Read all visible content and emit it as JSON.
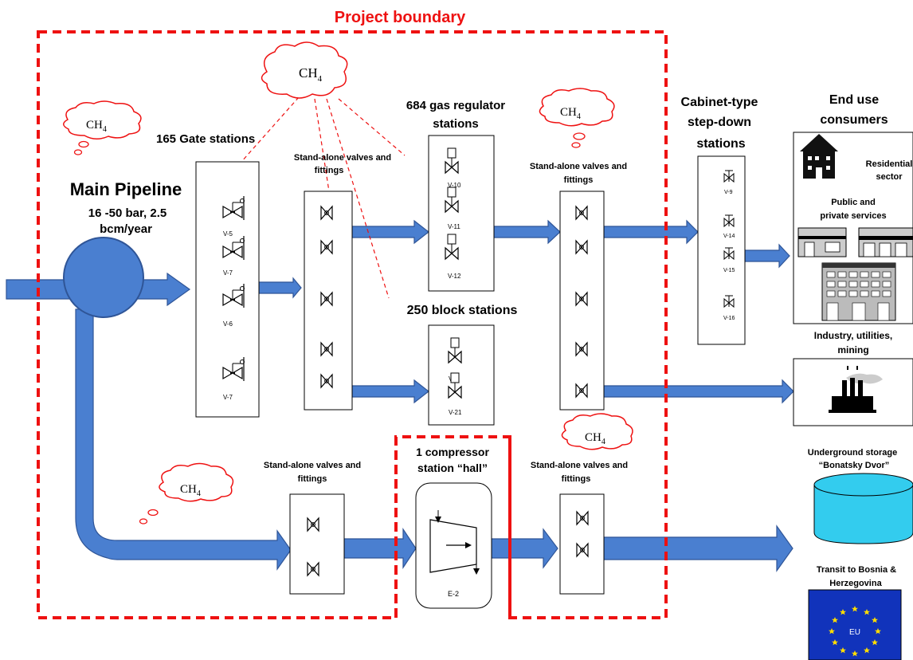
{
  "project_boundary": "Project boundary",
  "main_pipeline": {
    "title": "Main Pipeline",
    "spec_line1": "16 -50 bar, 2.5",
    "spec_line2": "bcm/year"
  },
  "gate_stations": {
    "label": "165 Gate stations",
    "valves": [
      "V-5",
      "V-7",
      "V-6",
      "V-7"
    ]
  },
  "standalone_1": {
    "line1": "Stand-alone valves and",
    "line2": "fittings"
  },
  "regulator_stations": {
    "line1": "684 gas regulator",
    "line2": "stations",
    "valves": [
      "V-10",
      "V-11",
      "V-12"
    ]
  },
  "block_stations": {
    "label": "250 block stations",
    "valves": [
      "V-2",
      "V-21"
    ]
  },
  "standalone_2": {
    "line1": "Stand-alone valves and",
    "line2": "fittings"
  },
  "cabinet_stations": {
    "line1": "Cabinet-type",
    "line2": "step-down",
    "line3": "stations",
    "valves": [
      "V-9",
      "V-14",
      "V-15",
      "V-16"
    ]
  },
  "end_use": {
    "line1": "End use",
    "line2": "consumers"
  },
  "residential": {
    "line1": "Residential",
    "line2": "sector"
  },
  "services": {
    "line1": "Public and",
    "line2": "private services"
  },
  "industry": {
    "line1": "Industry, utilities,",
    "line2": "mining"
  },
  "storage": {
    "line1": "Underground storage",
    "line2": "“Bonatsky Dvor”"
  },
  "transit": {
    "line1": "Transit to Bosnia &",
    "line2": "Herzegovina",
    "flag_text": "EU"
  },
  "compressor": {
    "line1": "1 compressor",
    "line2": "station “hall”",
    "unit": "E-2"
  },
  "standalone_3": {
    "line1": "Stand-alone valves and",
    "line2": "fittings"
  },
  "standalone_4": {
    "line1": "Stand-alone valves and",
    "line2": "fittings"
  },
  "methane": {
    "formula": "CH",
    "subscript": "4"
  },
  "colors": {
    "boundary": "#ee1111",
    "pipe": "#4a7fd0",
    "pipe_edge": "#2f5597",
    "storage": "#33ccee",
    "eu_flag": "#1133bb",
    "eu_star": "#ffdd00"
  }
}
